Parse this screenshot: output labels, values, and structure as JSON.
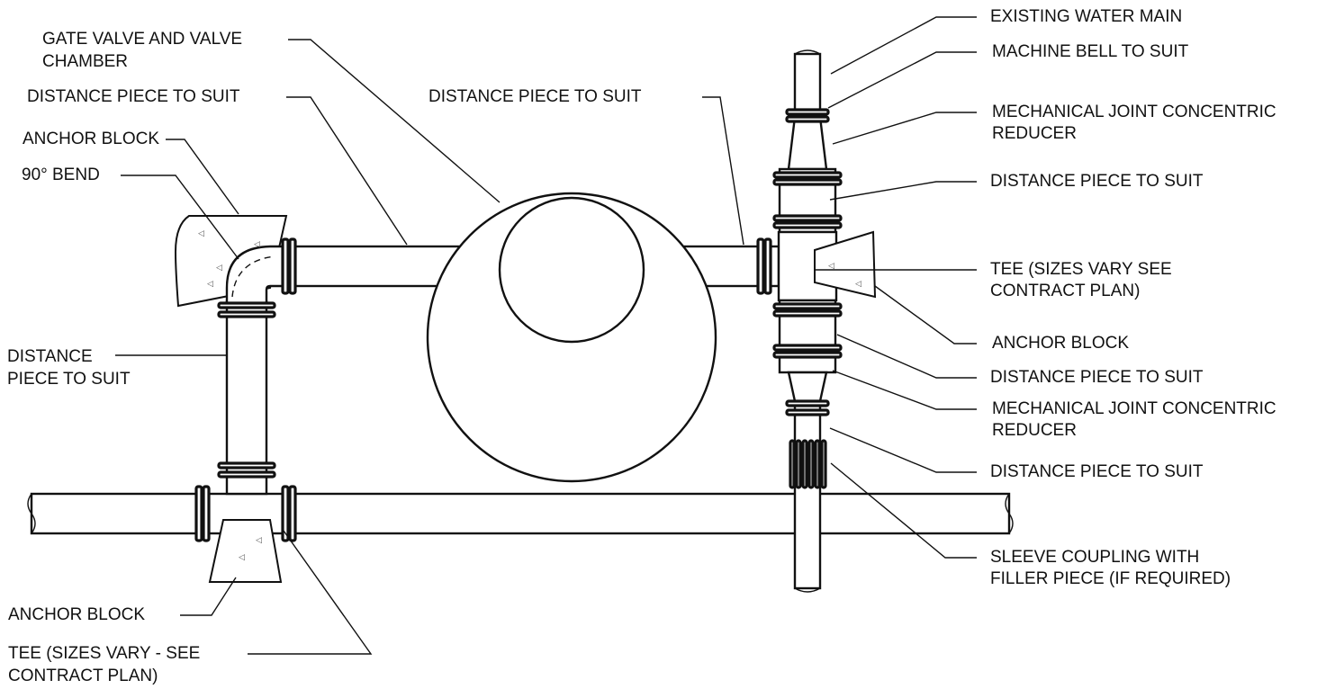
{
  "title": "",
  "labels": {
    "existing_water_main": "EXISTING WATER MAIN",
    "machine_bell": "MACHINE BELL TO SUIT",
    "mj_reducer_top": [
      "MECHANICAL JOINT CONCENTRIC",
      "REDUCER"
    ],
    "distance_piece_right_1": "DISTANCE PIECE TO SUIT",
    "tee_right": [
      "TEE (SIZES VARY SEE",
      "CONTRACT PLAN)"
    ],
    "anchor_block_right": "ANCHOR BLOCK",
    "distance_piece_right_2": "DISTANCE PIECE TO SUIT",
    "mj_reducer_bottom": [
      "MECHANICAL JOINT CONCENTRIC",
      "REDUCER"
    ],
    "distance_piece_right_3": "DISTANCE PIECE TO SUIT",
    "sleeve_coupling": [
      "SLEEVE COUPLING WITH",
      "FILLER PIECE (IF REQUIRED)"
    ],
    "gate_valve": [
      "GATE VALVE AND VALVE",
      "CHAMBER"
    ],
    "distance_piece_top_left": "DISTANCE PIECE TO SUIT",
    "anchor_block_top_left": "ANCHOR BLOCK",
    "bend_90": "90° BEND",
    "distance_piece_left": [
      "DISTANCE",
      "PIECE TO SUIT"
    ],
    "distance_piece_center": "DISTANCE PIECE TO SUIT",
    "anchor_block_bottom": "ANCHOR BLOCK",
    "tee_bottom": [
      "TEE (SIZES VARY - SEE",
      "CONTRACT PLAN)"
    ]
  },
  "colors": {
    "line": "#111111",
    "background": "#ffffff",
    "concrete": "#ffffff"
  }
}
